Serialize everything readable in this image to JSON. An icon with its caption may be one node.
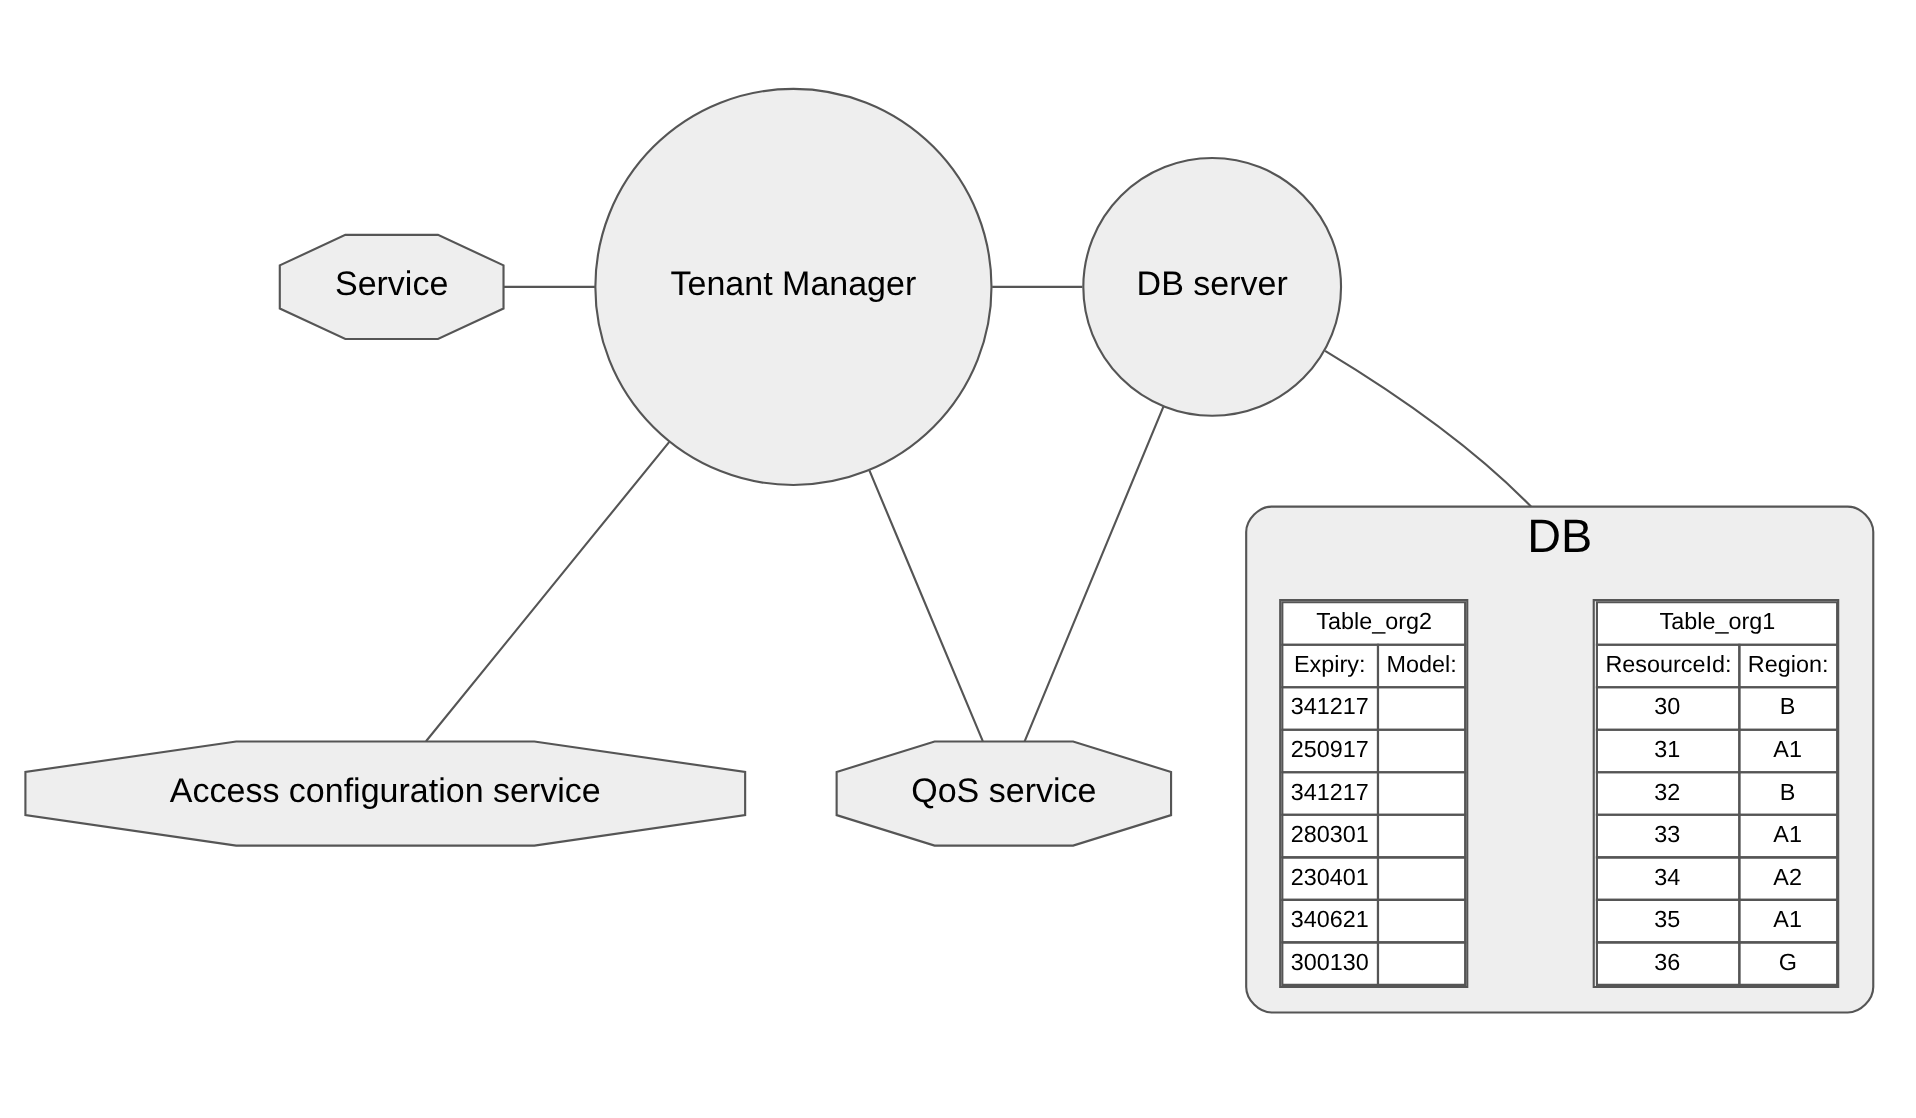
{
  "diagram": {
    "nodes": [
      {
        "text": [
          "Service"
        ]
      },
      {
        "text": [
          "Tenant Manager"
        ]
      },
      {
        "text": [
          "DB server"
        ]
      },
      {
        "text": [
          "DB"
        ]
      },
      {
        "text": [
          "Table_org1",
          "ResourceId:",
          "Region:",
          "30",
          "B",
          "31",
          "A1",
          "32",
          "B",
          "33",
          "A1",
          "34",
          "A2",
          "35",
          "A1",
          "36",
          "G"
        ],
        "in": 3
      },
      {
        "text": [
          "Table_org2",
          "Expiry:",
          "Model:",
          "341217",
          "250917",
          "341217",
          "280301",
          "230401",
          "340621",
          "300130"
        ],
        "in": 3
      },
      {
        "text": [
          "Access configuration service"
        ]
      },
      {
        "text": [
          "QoS service"
        ]
      }
    ],
    "edges": [
      {
        "from": 0,
        "to": 1,
        "arrow": "none"
      },
      {
        "from": 1,
        "to": 2,
        "arrow": "none"
      },
      {
        "from": 1,
        "to": 6,
        "arrow": "none"
      },
      {
        "from": 1,
        "to": 7,
        "arrow": "none"
      },
      {
        "from": 2,
        "to": 7,
        "arrow": "none"
      },
      {
        "from": 2,
        "to": 3,
        "arrow": "none"
      }
    ]
  }
}
